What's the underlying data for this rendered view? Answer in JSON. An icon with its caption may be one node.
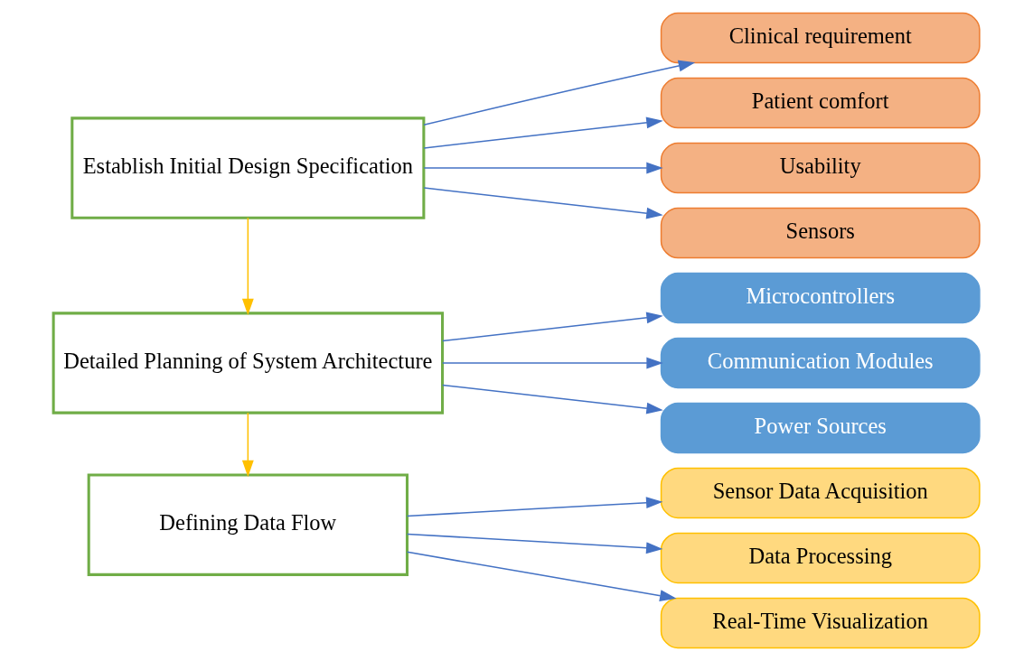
{
  "diagram": {
    "nodes": [
      {
        "text": [
          "Establish Initial Design Specification"
        ]
      },
      {
        "text": [
          "Clinical requirement"
        ]
      },
      {
        "text": [
          "Patient comfort"
        ]
      },
      {
        "text": [
          "Usability"
        ]
      },
      {
        "text": [
          "Sensors"
        ]
      },
      {
        "text": [
          "Detailed Planning of System Architecture"
        ]
      },
      {
        "text": [
          "Microcontrollers"
        ]
      },
      {
        "text": [
          "Communication Modules"
        ]
      },
      {
        "text": [
          "Power Sources"
        ]
      },
      {
        "text": [
          "Defining Data Flow"
        ]
      },
      {
        "text": [
          "Sensor Data Acquisition"
        ]
      },
      {
        "text": [
          "Data Processing"
        ]
      },
      {
        "text": [
          "Real-Time Visualization"
        ]
      }
    ],
    "edges": [
      {
        "from": 0,
        "to": 1,
        "arrow": "to"
      },
      {
        "from": 0,
        "to": 2,
        "arrow": "to"
      },
      {
        "from": 0,
        "to": 3,
        "arrow": "to"
      },
      {
        "from": 0,
        "to": 4,
        "arrow": "to"
      },
      {
        "from": 0,
        "to": 5,
        "arrow": "to",
        "color": "#ffc000"
      },
      {
        "from": 5,
        "to": 6,
        "arrow": "to"
      },
      {
        "from": 5,
        "to": 7,
        "arrow": "to"
      },
      {
        "from": 5,
        "to": 8,
        "arrow": "to"
      },
      {
        "from": 5,
        "to": 9,
        "arrow": "to",
        "color": "#ffc000"
      },
      {
        "from": 9,
        "to": 10,
        "arrow": "to"
      },
      {
        "from": 9,
        "to": 11,
        "arrow": "to"
      },
      {
        "from": 9,
        "to": 12,
        "arrow": "to"
      }
    ]
  }
}
